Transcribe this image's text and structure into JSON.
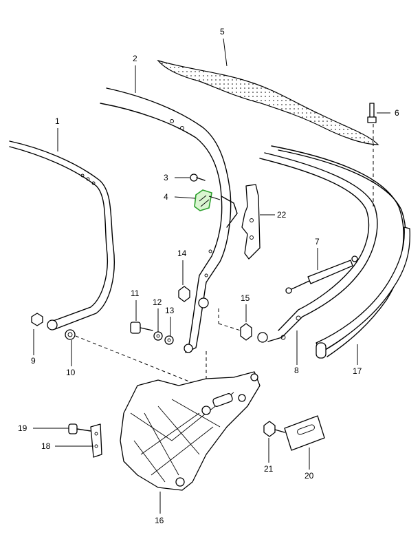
{
  "callouts": [
    {
      "id": "1",
      "label": "1"
    },
    {
      "id": "2",
      "label": "2"
    },
    {
      "id": "3",
      "label": "3"
    },
    {
      "id": "4",
      "label": "4"
    },
    {
      "id": "5",
      "label": "5"
    },
    {
      "id": "6",
      "label": "6"
    },
    {
      "id": "7",
      "label": "7"
    },
    {
      "id": "8",
      "label": "8"
    },
    {
      "id": "9",
      "label": "9"
    },
    {
      "id": "10",
      "label": "10"
    },
    {
      "id": "11",
      "label": "11"
    },
    {
      "id": "12",
      "label": "12"
    },
    {
      "id": "13",
      "label": "13"
    },
    {
      "id": "14",
      "label": "14"
    },
    {
      "id": "15",
      "label": "15"
    },
    {
      "id": "16",
      "label": "16"
    },
    {
      "id": "17",
      "label": "17"
    },
    {
      "id": "18",
      "label": "18"
    },
    {
      "id": "19",
      "label": "19"
    },
    {
      "id": "20",
      "label": "20"
    },
    {
      "id": "21",
      "label": "21"
    },
    {
      "id": "22",
      "label": "22"
    }
  ],
  "highlighted_part": "4",
  "colors": {
    "line": "#000000",
    "highlight_stroke": "#2ca02c",
    "highlight_fill": "#d9f5d0",
    "background": "#ffffff"
  }
}
